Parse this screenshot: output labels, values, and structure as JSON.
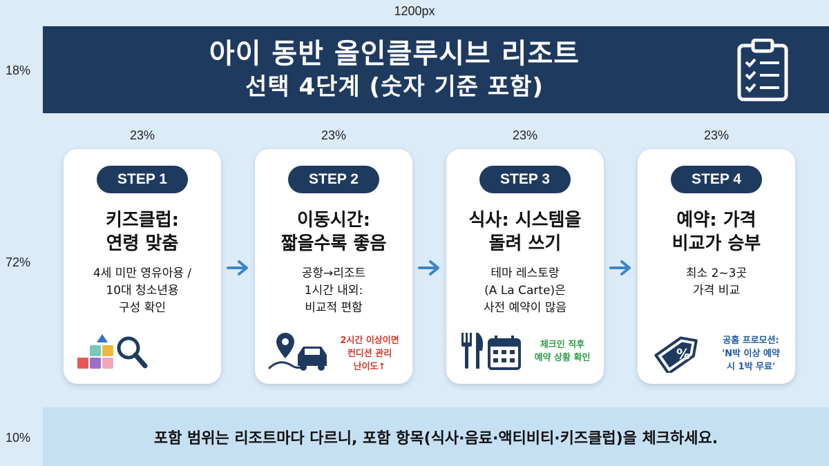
{
  "dimensions": {
    "width_label": "1200px",
    "header_pct": "18%",
    "body_pct": "72%",
    "footer_pct": "10%",
    "column_pct": "23%"
  },
  "header": {
    "title_line1": "아이 동반 올인클루시브 리조트",
    "title_line2": "선택 4단계 (숫자 기준 포함)",
    "icon": "clipboard-checklist-icon"
  },
  "colors": {
    "navy": "#1f3a5f",
    "background": "#dcebf8",
    "footer_band": "#c6e0f3",
    "arrow": "#3a86c8",
    "note_red": "#d2382b",
    "note_green": "#2e9d47",
    "note_blue": "#1f5aa6"
  },
  "steps": [
    {
      "badge": "STEP 1",
      "title_line1": "키즈클럽:",
      "title_line2": "연령 맞춤",
      "desc": [
        "4세 미만 영유아용 /",
        "10대 청소년용",
        "구성 확인"
      ],
      "icon": "blocks-magnifier-icon",
      "note": []
    },
    {
      "badge": "STEP 2",
      "title_line1": "이동시간:",
      "title_line2": "짧을수록 좋음",
      "desc": [
        "공항→리조트",
        "1시간 내외:",
        "비교적 편함"
      ],
      "icon": "map-pin-car-icon",
      "note": [
        "2시간 이상이면",
        "컨디션 관리",
        "난이도↑"
      ]
    },
    {
      "badge": "STEP 3",
      "title_line1": "식사: 시스템을",
      "title_line2": "돌려 쓰기",
      "desc": [
        "테마 레스토랑",
        "(A La Carte)은",
        "사전 예약이 많음"
      ],
      "icon": "fork-knife-calendar-icon",
      "note": [
        "체크인 직후",
        "예약 상황 확인"
      ]
    },
    {
      "badge": "STEP 4",
      "title_line1": "예약: 가격",
      "title_line2": "비교가 승부",
      "desc": [
        "최소 2~3곳",
        "가격 비교"
      ],
      "icon": "discount-tag-icon",
      "note": [
        "공홈 프로모션:",
        "'N박 이상 예약",
        "시 1박 무료'"
      ]
    }
  ],
  "footer": {
    "text": "포함 범위는 리조트마다 다르니, 포함 항목(식사·음료·액티비티·키즈클럽)을 체크하세요."
  }
}
